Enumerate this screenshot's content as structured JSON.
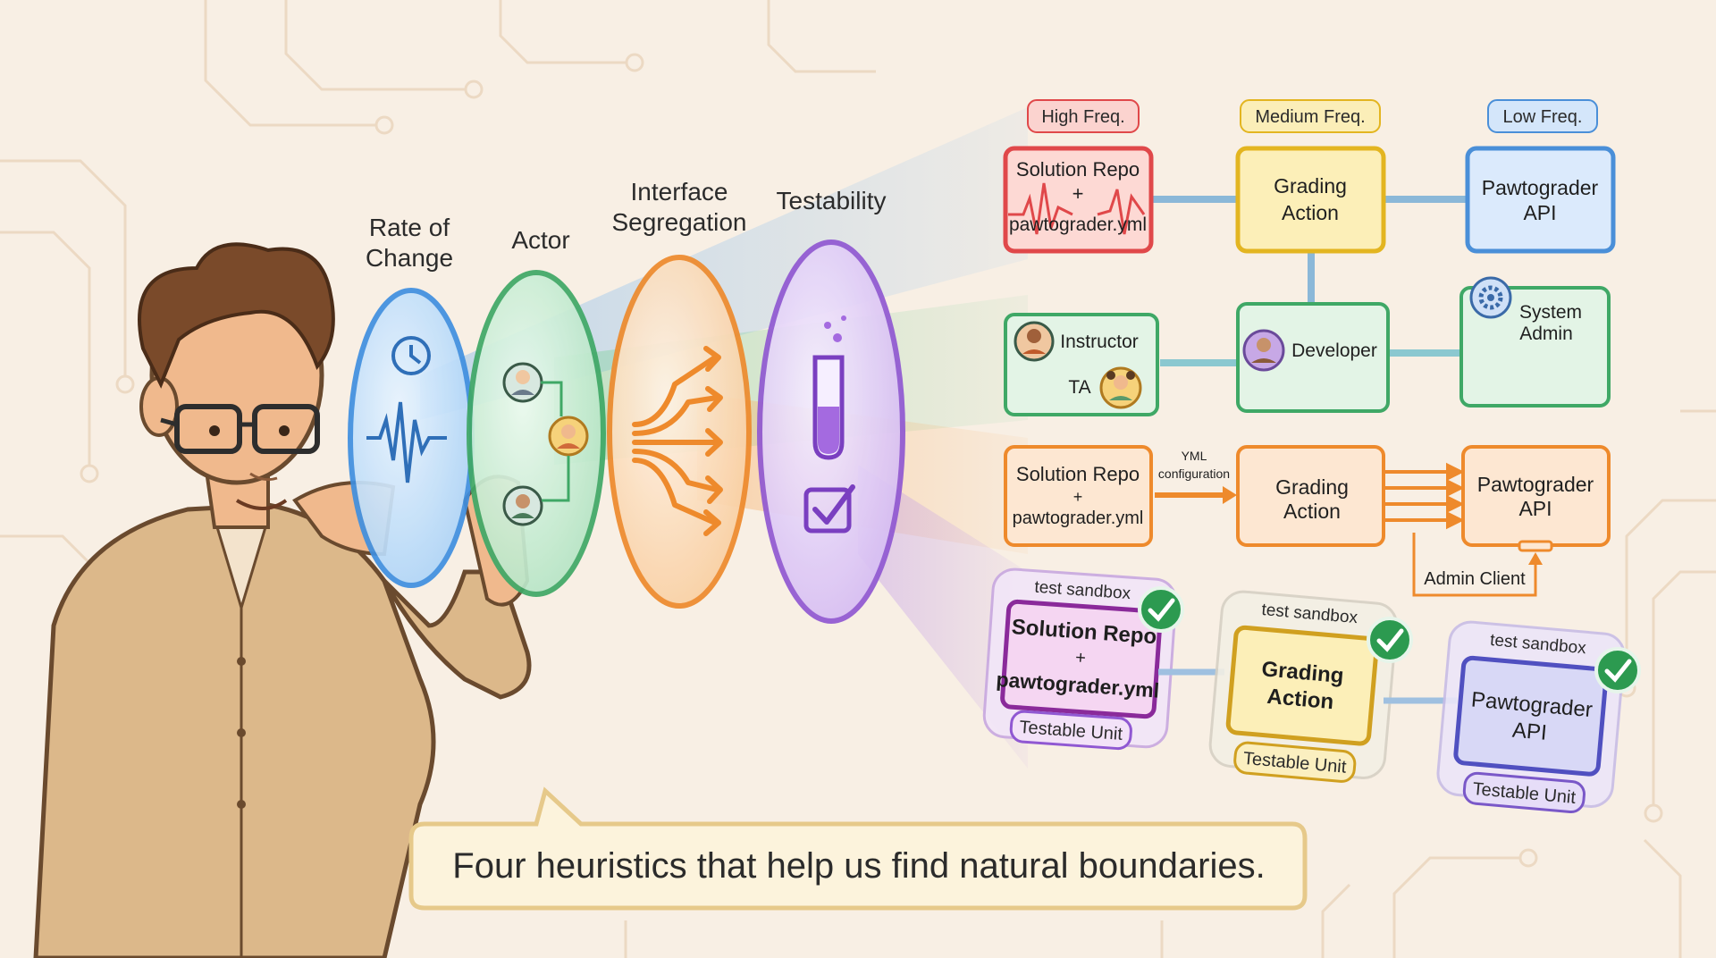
{
  "lenses": {
    "rate_of_change": {
      "title_line1": "Rate of",
      "title_line2": "Change",
      "icons": [
        "clock-icon",
        "waveform-icon"
      ]
    },
    "actor": {
      "title": "Actor",
      "icons": [
        "elder-person-icon",
        "woman-person-icon",
        "man-person-icon"
      ]
    },
    "interface_segregation": {
      "title_line1": "Interface",
      "title_line2": "Segregation",
      "icons": [
        "branching-arrows-icon"
      ]
    },
    "testability": {
      "title": "Testability",
      "icons": [
        "test-tube-icon",
        "checkbox-check-icon"
      ]
    }
  },
  "row_rate": {
    "tags": {
      "high": "High Freq.",
      "medium": "Medium Freq.",
      "low": "Low Freq."
    },
    "solution": {
      "line1": "Solution Repo",
      "line2": "+",
      "line3": "pawtograder.yml"
    },
    "grading": {
      "line1": "Grading",
      "line2": "Action"
    },
    "api": {
      "line1": "Pawtograder",
      "line2": "API"
    }
  },
  "row_actor": {
    "instructor": "Instructor",
    "ta": "TA",
    "developer": "Developer",
    "sysadmin": {
      "line1": "System",
      "line2": "Admin"
    },
    "icons": [
      "gear-icon"
    ]
  },
  "row_interface": {
    "solution": {
      "line1": "Solution Repo",
      "line2": "+",
      "line3": "pawtograder.yml"
    },
    "yml_label": {
      "line1": "YML",
      "line2": "configuration"
    },
    "grading": {
      "line1": "Grading",
      "line2": "Action"
    },
    "api": {
      "line1": "Pawtograder",
      "line2": "API"
    },
    "admin_client": "Admin Client"
  },
  "row_test": {
    "sandbox_label": "test sandbox",
    "unit_label": "Testable Unit",
    "solution": {
      "line1": "Solution Repo",
      "line2": "+",
      "line3": "pawtograder.yml"
    },
    "grading": {
      "line1": "Grading",
      "line2": "Action"
    },
    "api": {
      "line1": "Pawtograder",
      "line2": "API"
    },
    "icons": [
      "check-badge-icon"
    ]
  },
  "speech": {
    "text": "Four heuristics that help us find natural boundaries."
  },
  "colors": {
    "background": "#f8efe4",
    "rate": "#3f8fe0",
    "actor": "#3fa866",
    "interface": "#ee8a2c",
    "testability": "#9058d2",
    "high_freq": "#e0484a",
    "medium_freq": "#e3b520",
    "low_freq": "#4a8fd8",
    "check": "#2c9a50"
  }
}
